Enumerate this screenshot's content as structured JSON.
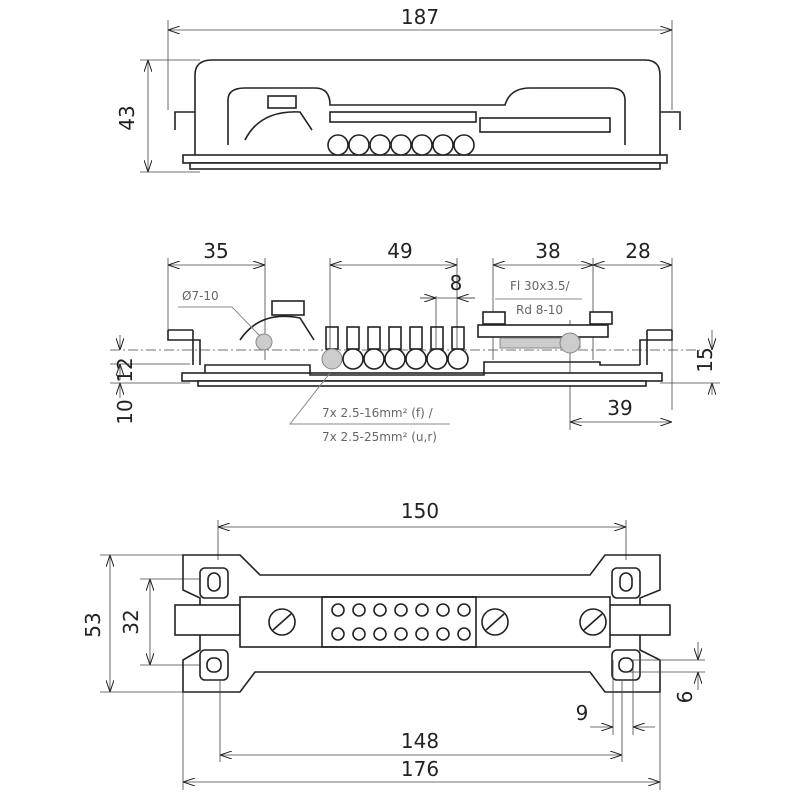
{
  "title": "Equipotential busbar technical drawing",
  "side_view_top": {
    "width_label": "187",
    "height_label": "43"
  },
  "side_view_middle": {
    "dims": {
      "left_clamp": "35",
      "terminals": "49",
      "pitch": "8",
      "flat_clamp": "38",
      "right_end": "28",
      "clamp_offset": "39",
      "height_left": "12",
      "base_left": "10",
      "height_right": "15"
    },
    "notes": {
      "round_conductor": "Ø7-10",
      "flat_line1": "Fl 30x3.5/",
      "flat_line2": "Rd 8-10",
      "terminals_line1": "7x 2.5-16mm² (f) /",
      "terminals_line2": "7x 2.5-25mm² (u,r)"
    }
  },
  "plan_view": {
    "hole_spacing": "150",
    "height": "53",
    "hole_pitch_vertical": "32",
    "hole_width": "9",
    "hole_height": "6",
    "inner_length": "148",
    "total_length": "176"
  }
}
